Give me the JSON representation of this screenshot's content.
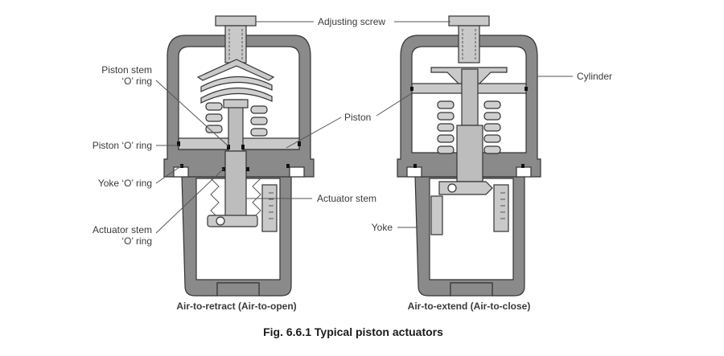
{
  "labels": {
    "adjusting_screw": "Adjusting screw",
    "cylinder": "Cylinder",
    "piston_stem_o_ring_line1": "Piston stem",
    "piston_stem_o_ring_line2": "‘O’ ring",
    "piston": "Piston",
    "piston_o_ring": "Piston ‘O’ ring",
    "yoke_o_ring": "Yoke ‘O’ ring",
    "actuator_stem": "Actuator stem",
    "actuator_stem_o_ring_line1": "Actuator stem",
    "actuator_stem_o_ring_line2": "‘O’ ring",
    "yoke": "Yoke"
  },
  "captions": {
    "left": "Air-to-retract (Air-to-open)",
    "right": "Air-to-extend (Air-to-close)"
  },
  "figure_title": "Fig. 6.6.1 Typical piston actuators",
  "colors": {
    "body": "#8a8a8a",
    "parts": "#c9c9c9",
    "outline": "#333333",
    "text": "#3a3a3a"
  }
}
